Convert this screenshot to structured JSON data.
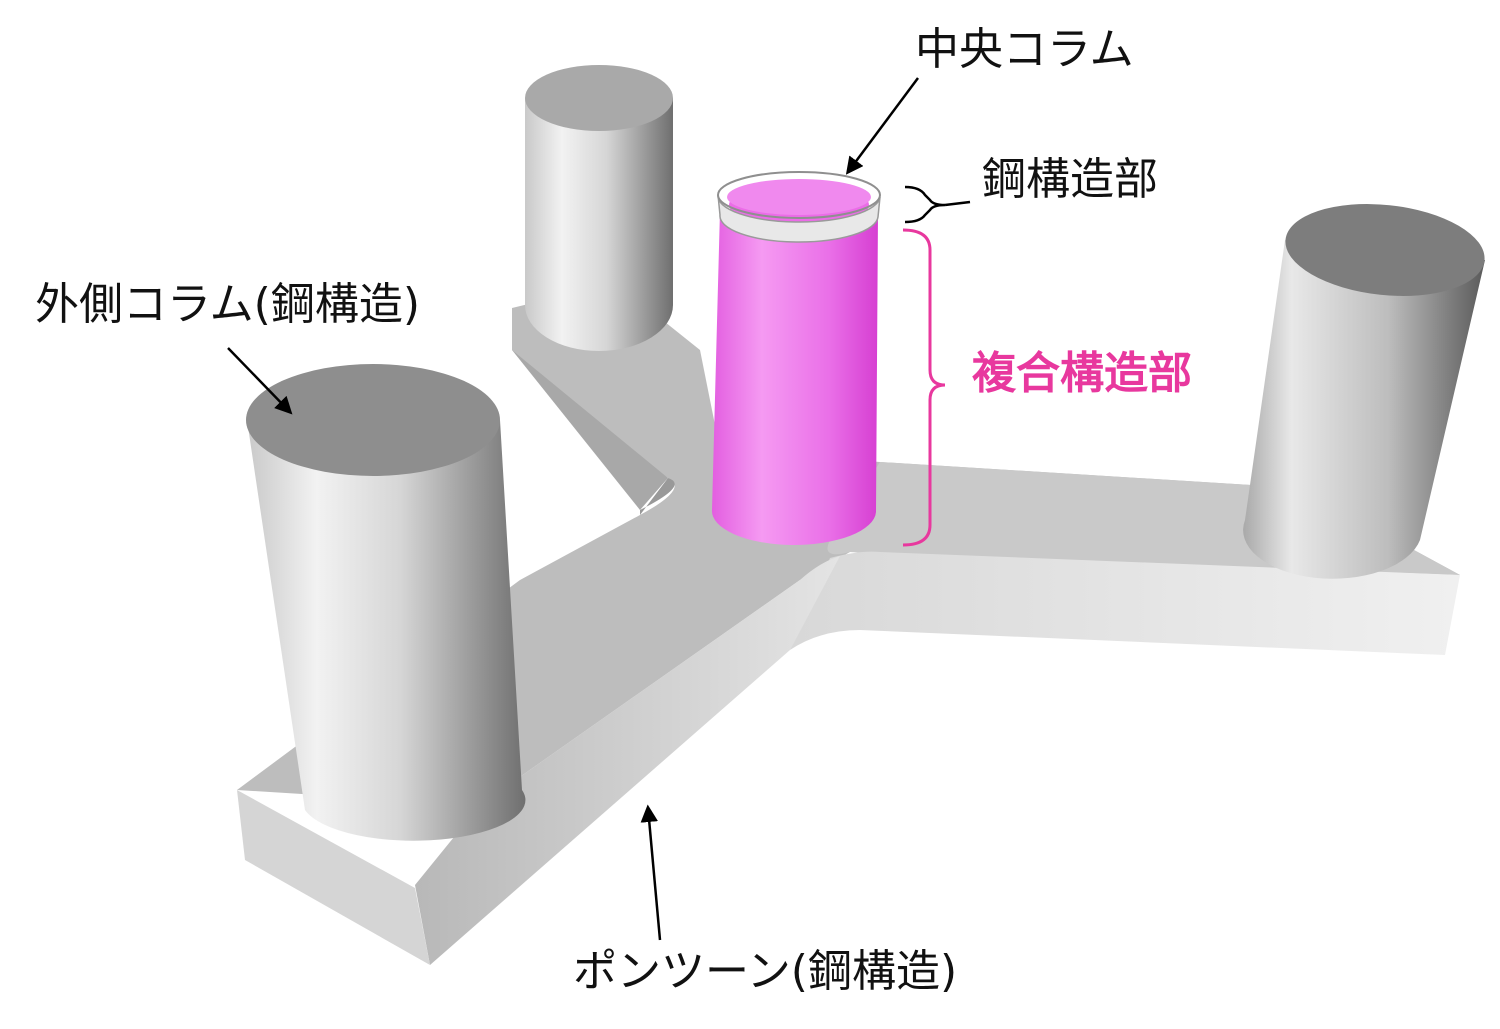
{
  "labels": {
    "center_column": "中央コラム",
    "steel_part": "鋼構造部",
    "composite_part": "複合構造部",
    "outer_column": "外側コラム(鋼構造)",
    "pontoon": "ポンツーン(鋼構造)"
  },
  "colors": {
    "background": "#ffffff",
    "text": "#111111",
    "composite": "#ee44dd",
    "composite_label": "#e8389e",
    "steel": "#c8c8c8"
  }
}
